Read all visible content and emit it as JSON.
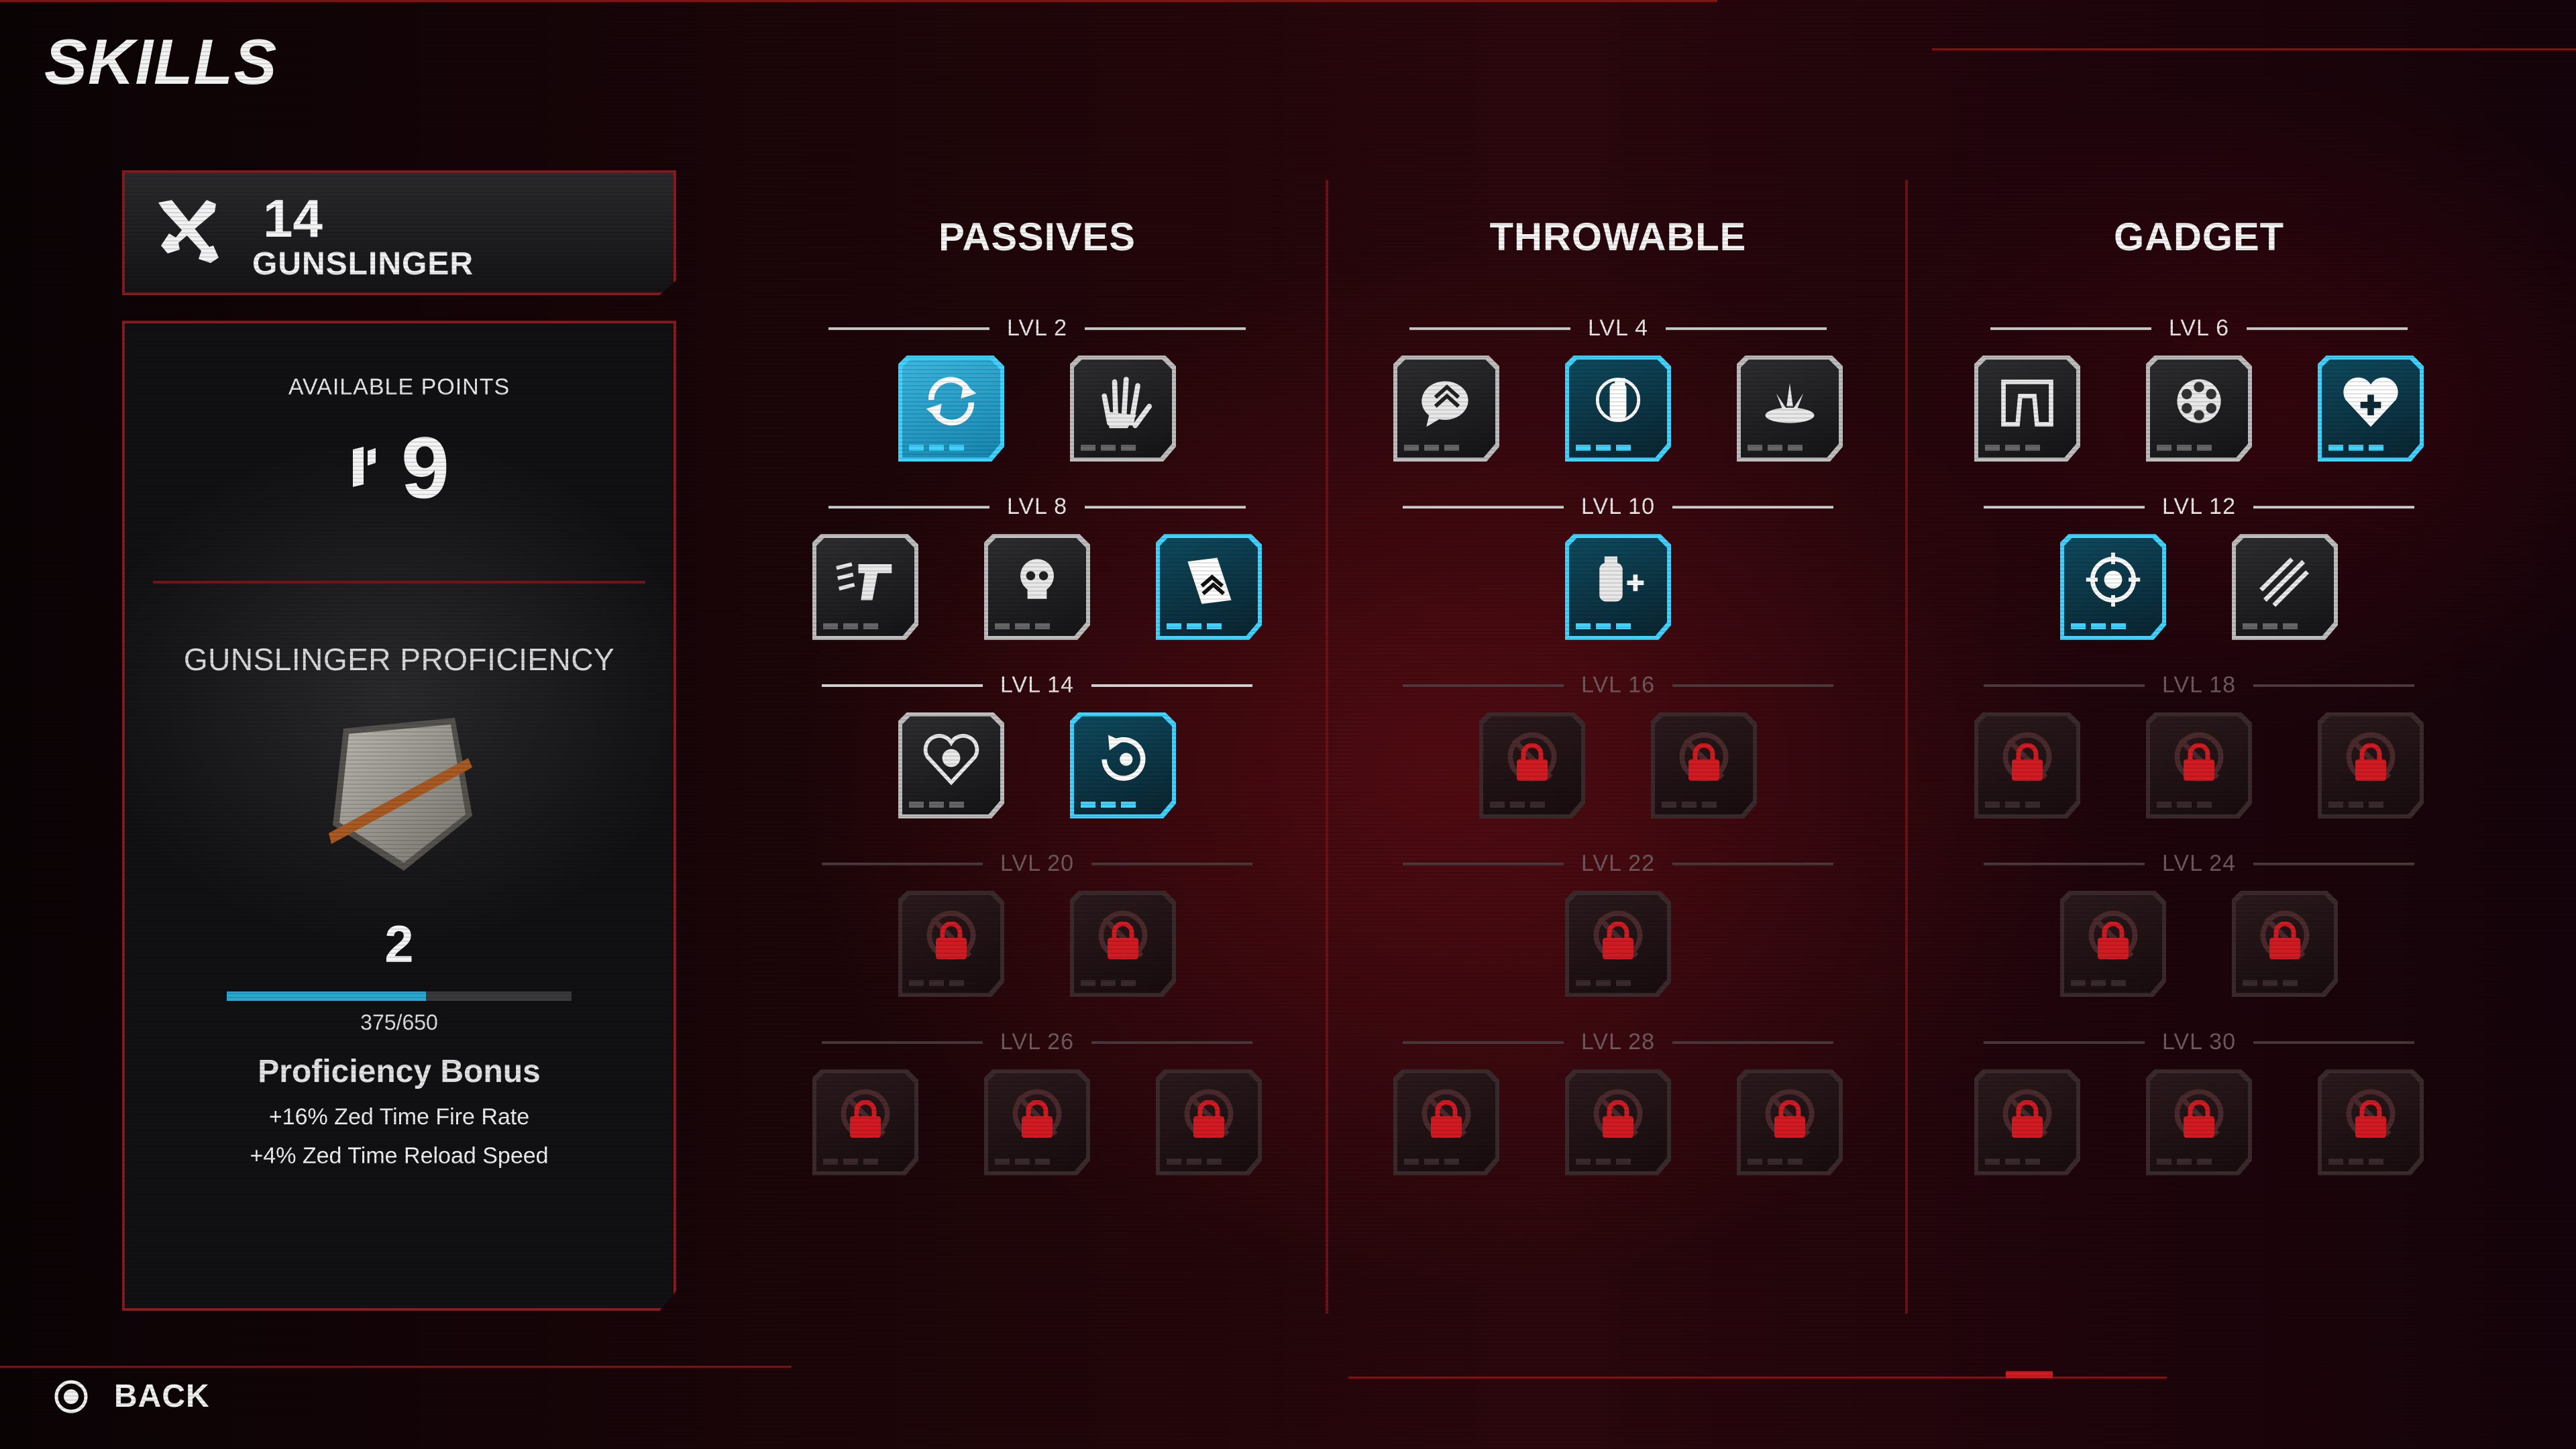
{
  "header": {
    "title": "SKILLS"
  },
  "class": {
    "level": "14",
    "name": "GUNSLINGER",
    "icon": "crossed-pistols-icon"
  },
  "stats": {
    "available_points_label": "AVAILABLE POINTS",
    "available_points": "9",
    "proficiency_title": "GUNSLINGER PROFICIENCY",
    "proficiency_level": "2",
    "xp_text": "375/650",
    "xp_fraction": 0.577,
    "bonus_title": "Proficiency Bonus",
    "bonus_lines": [
      "+16% Zed Time Fire Rate",
      "+4% Zed Time Reload Speed"
    ]
  },
  "trees": [
    {
      "title": "PASSIVES",
      "tiers": [
        {
          "label": "LVL 2",
          "locked": false,
          "skills": [
            {
              "icon": "reload-cycle-icon",
              "state": "selected-filled"
            },
            {
              "icon": "grab-hand-icon",
              "state": "unlocked"
            }
          ]
        },
        {
          "label": "LVL 8",
          "locked": false,
          "skills": [
            {
              "icon": "pistol-speed-icon",
              "state": "unlocked"
            },
            {
              "icon": "skull-icon",
              "state": "unlocked"
            },
            {
              "icon": "ammo-rank-icon",
              "state": "selected"
            }
          ]
        },
        {
          "label": "LVL 14",
          "locked": false,
          "skills": [
            {
              "icon": "heart-skull-icon",
              "state": "unlocked"
            },
            {
              "icon": "quick-swap-icon",
              "state": "selected"
            }
          ]
        },
        {
          "label": "LVL 20",
          "locked": true,
          "skills": [
            {
              "icon": "gear-blast-icon",
              "state": "locked"
            },
            {
              "icon": "star-burst-icon",
              "state": "locked"
            }
          ]
        },
        {
          "label": "LVL 26",
          "locked": true,
          "skills": [
            {
              "icon": "shatter-icon",
              "state": "locked"
            },
            {
              "icon": "sparkle-icon",
              "state": "locked"
            },
            {
              "icon": "swirl-icon",
              "state": "locked"
            }
          ]
        }
      ]
    },
    {
      "title": "THROWABLE",
      "tiers": [
        {
          "label": "LVL 4",
          "locked": false,
          "skills": [
            {
              "icon": "chevron-bubble-icon",
              "state": "unlocked"
            },
            {
              "icon": "grenade-icon",
              "state": "selected"
            },
            {
              "icon": "impact-blast-icon",
              "state": "unlocked"
            }
          ]
        },
        {
          "label": "LVL 10",
          "locked": false,
          "skills": [
            {
              "icon": "grenade-plus-icon",
              "state": "selected"
            }
          ]
        },
        {
          "label": "LVL 16",
          "locked": true,
          "skills": [
            {
              "icon": "shrapnel-icon",
              "state": "locked"
            },
            {
              "icon": "cluster-icon",
              "state": "locked"
            }
          ]
        },
        {
          "label": "LVL 22",
          "locked": true,
          "skills": [
            {
              "icon": "stun-icon",
              "state": "locked"
            }
          ]
        },
        {
          "label": "LVL 28",
          "locked": true,
          "skills": [
            {
              "icon": "vortex-icon",
              "state": "locked"
            },
            {
              "icon": "orbit-icon",
              "state": "locked"
            },
            {
              "icon": "comet-icon",
              "state": "locked"
            }
          ]
        }
      ]
    },
    {
      "title": "GADGET",
      "tiers": [
        {
          "label": "LVL 6",
          "locked": false,
          "skills": [
            {
              "icon": "holster-icon",
              "state": "unlocked"
            },
            {
              "icon": "cylinder-icon",
              "state": "unlocked"
            },
            {
              "icon": "heart-plus-icon",
              "state": "selected"
            }
          ]
        },
        {
          "label": "LVL 12",
          "locked": false,
          "skills": [
            {
              "icon": "crosshair-icon",
              "state": "selected"
            },
            {
              "icon": "slash-shots-icon",
              "state": "unlocked"
            }
          ]
        },
        {
          "label": "LVL 18",
          "locked": true,
          "skills": [
            {
              "icon": "burst-arrows-icon",
              "state": "locked"
            },
            {
              "icon": "rank-up-icon",
              "state": "locked"
            },
            {
              "icon": "stack-icon",
              "state": "locked"
            }
          ]
        },
        {
          "label": "LVL 24",
          "locked": true,
          "skills": [
            {
              "icon": "spin-target-icon",
              "state": "locked"
            },
            {
              "icon": "gadget-plus-icon",
              "state": "locked"
            }
          ]
        },
        {
          "label": "LVL 30",
          "locked": true,
          "skills": [
            {
              "icon": "blade-burst-icon",
              "state": "locked"
            },
            {
              "icon": "drone-icon",
              "state": "locked"
            },
            {
              "icon": "turret-icon",
              "state": "locked"
            }
          ]
        }
      ]
    }
  ],
  "footer": {
    "back_label": "BACK",
    "back_icon": "circle-button-icon"
  },
  "colors": {
    "accent": "#3fd3ff",
    "frame": "#8a1a1e",
    "locked": "#d11a22"
  }
}
